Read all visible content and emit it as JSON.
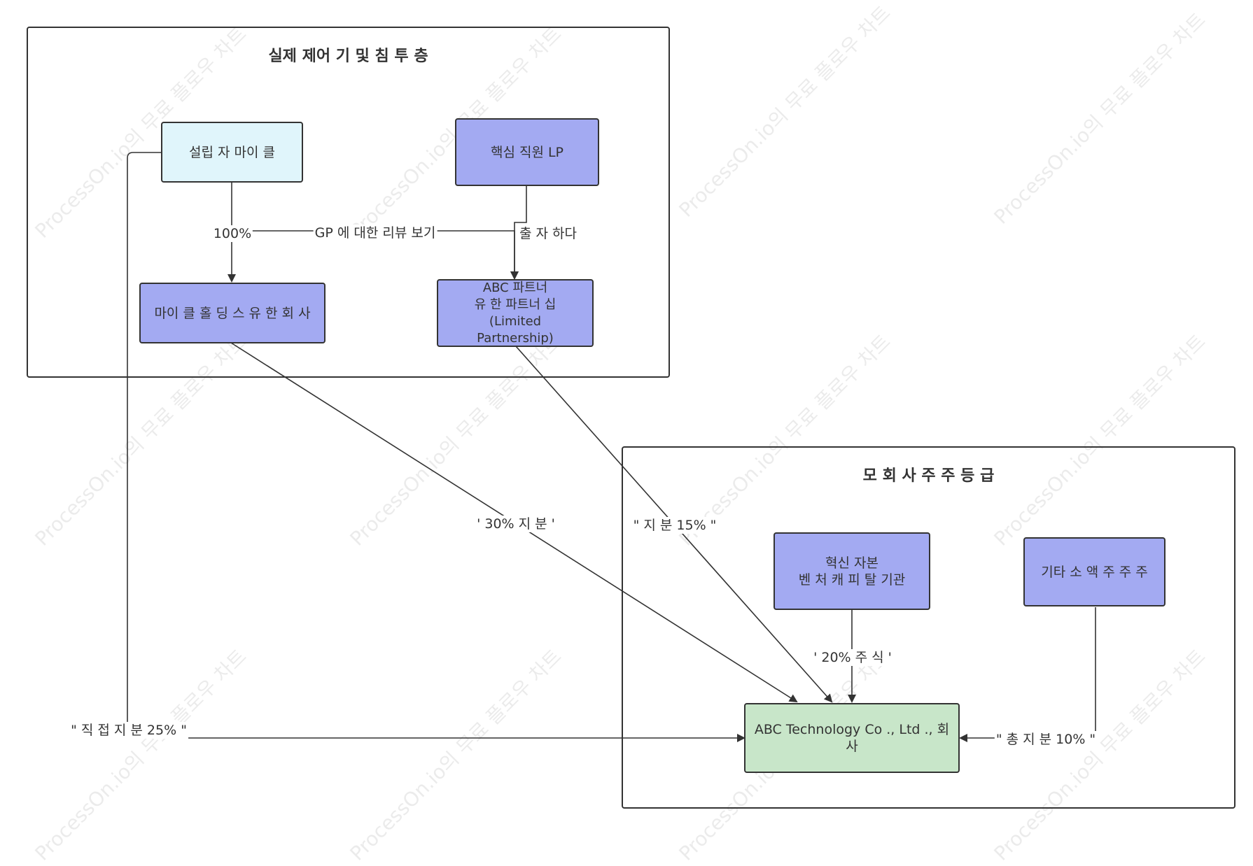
{
  "clusters": {
    "control": {
      "title": "실제 제어 기 및 침 투 층"
    },
    "parent": {
      "title": "모 회 사 주 주 등 급"
    }
  },
  "nodes": {
    "founder": "설립 자 마이 클",
    "core_lp": "핵심 직원 LP",
    "holdings": "마이 클 홀 딩 스 유 한 회 사",
    "abc_lp": "ABC 파트너\n유 한 파트너 십\n(Limited\nPartnership)",
    "vc": "혁신 자본\n벤 처 캐 피 탈 기관",
    "minority": "기타 소 액 주 주 주",
    "abc_tech": "ABC Technology Co ., Ltd ., 회 사"
  },
  "edges": {
    "founder_holdings": "100%",
    "founder_gp": "GP 에 대한 리뷰 보기",
    "core_invest": "출 자 하다",
    "holdings_abc": "' 30% 지 분 '",
    "lp_abc": "\" 지 분 15% \"",
    "vc_abc": "' 20% 주 식 '",
    "minority_abc": "\" 총 지 분 10% \"",
    "founder_direct": "\" 직 접 지 분 25% \""
  },
  "watermark": "ProcessOn.io의 무료 플로우 차트"
}
